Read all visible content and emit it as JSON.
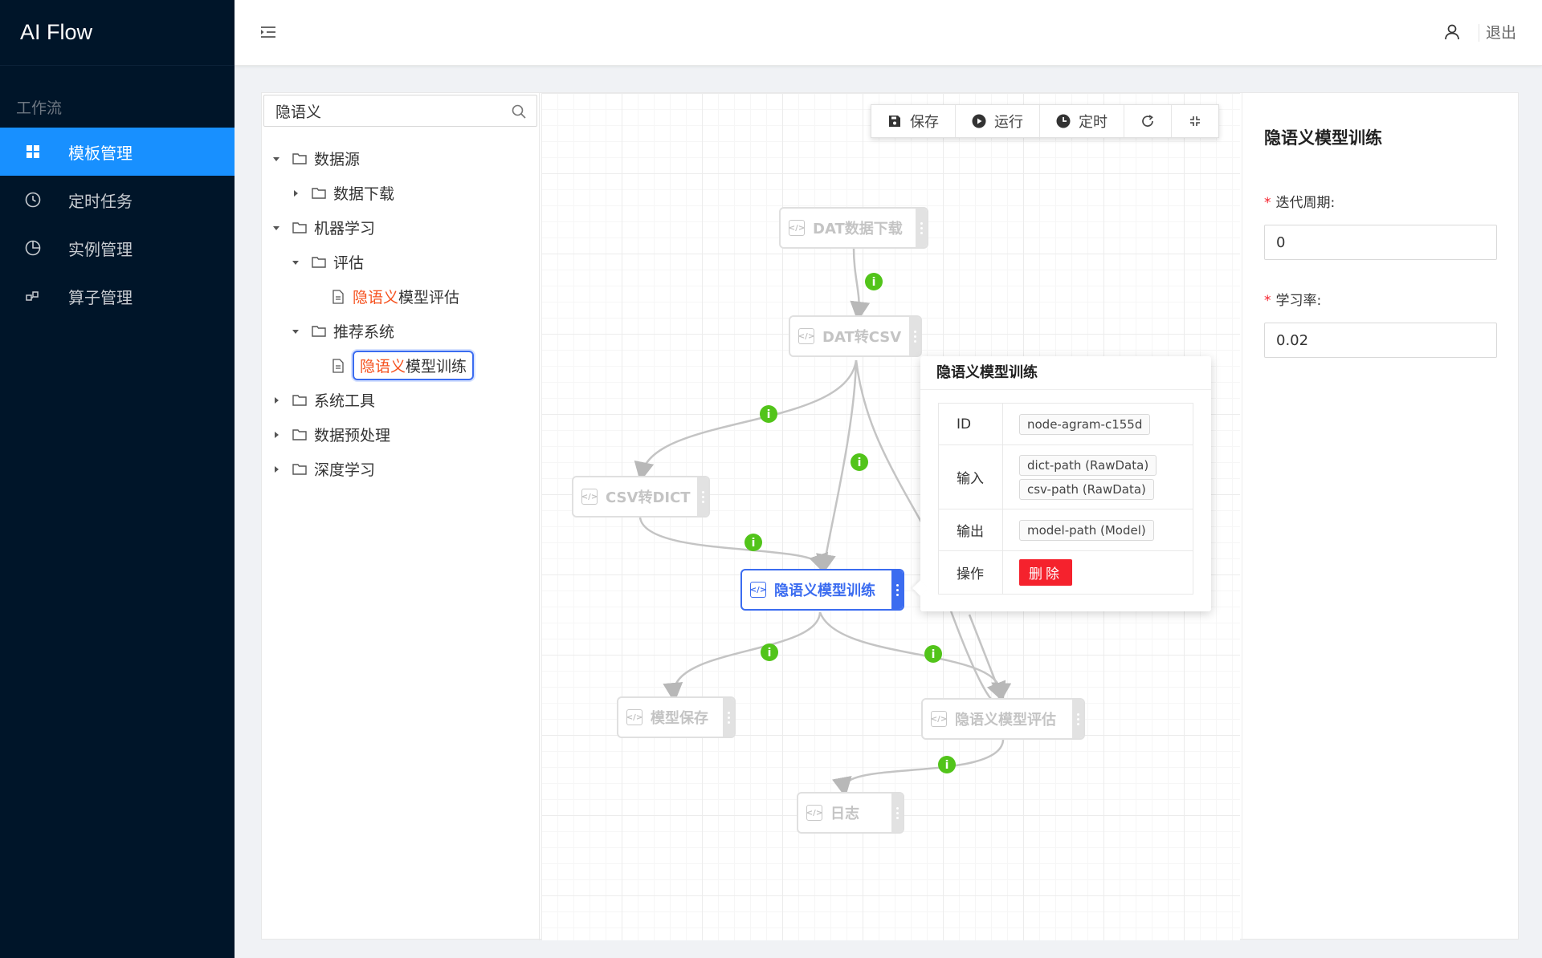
{
  "app": {
    "title": "AI Flow"
  },
  "sidebar": {
    "group_label": "工作流",
    "items": [
      {
        "label": "模板管理",
        "icon": "grid-icon",
        "active": true
      },
      {
        "label": "定时任务",
        "icon": "clock-icon",
        "active": false
      },
      {
        "label": "实例管理",
        "icon": "pie-chart-icon",
        "active": false
      },
      {
        "label": "算子管理",
        "icon": "cluster-icon",
        "active": false
      }
    ]
  },
  "header": {
    "logout_label": "退出"
  },
  "search": {
    "value": "隐语义",
    "placeholder": ""
  },
  "tree": {
    "n1": "数据源",
    "n2": "数据下载",
    "n3": "机器学习",
    "n4": "评估",
    "n5_hl": "隐语义",
    "n5_rest": "模型评估",
    "n6": "推荐系统",
    "n7_hl": "隐语义",
    "n7_rest": "模型训练",
    "n8": "系统工具",
    "n9": "数据预处理",
    "n10": "深度学习"
  },
  "toolbar": {
    "save": "保存",
    "run": "运行",
    "schedule": "定时"
  },
  "nodes": {
    "dat_download": "DAT数据下载",
    "dat_to_csv": "DAT转CSV",
    "csv_to_dict": "CSV转DICT",
    "lfm_train": "隐语义模型训练",
    "model_save": "模型保存",
    "lfm_eval": "隐语义模型评估",
    "log": "日志"
  },
  "popover": {
    "title": "隐语义模型训练",
    "id_label": "ID",
    "id_value": "node-agram-c155d",
    "input_label": "输入",
    "inputs": [
      "dict-path (RawData)",
      "csv-path (RawData)"
    ],
    "output_label": "输出",
    "output_value": "model-path (Model)",
    "action_label": "操作",
    "delete_label": "删除"
  },
  "form": {
    "title": "隐语义模型训练",
    "field1_label": "迭代周期:",
    "field1_value": "0",
    "field2_label": "学习率:",
    "field2_value": "0.02"
  },
  "colors": {
    "sider": "#001529",
    "primary": "#1890ff",
    "edge_badge": "#52c41a",
    "danger": "#f5222d",
    "highlight": "#f5511e"
  }
}
